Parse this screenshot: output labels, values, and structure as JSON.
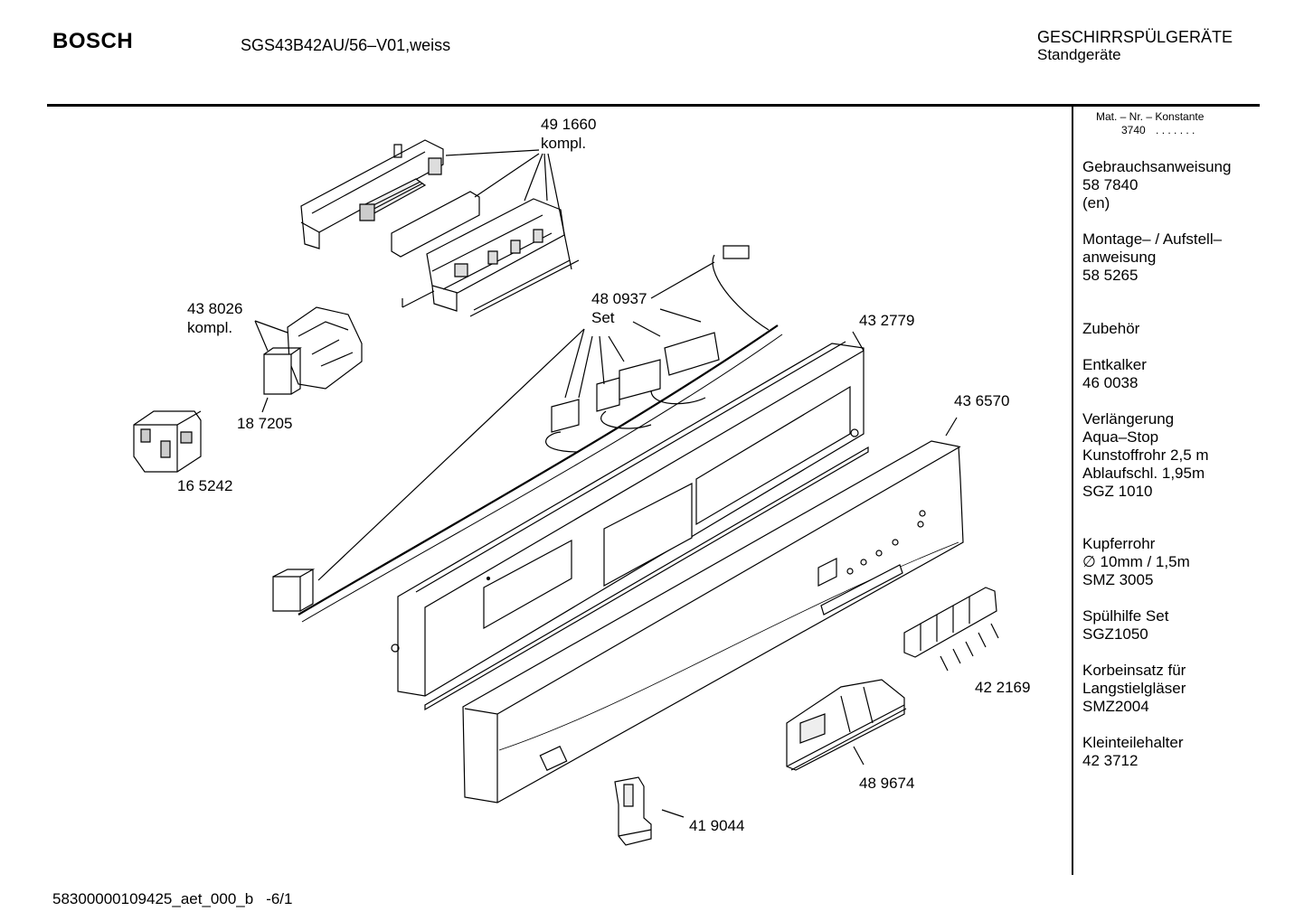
{
  "header": {
    "brand": "BOSCH",
    "model": "SGS43B42AU/56–V01,weiss",
    "category_line1": "GESCHIRRSPÜLGERÄTE",
    "category_line2": "Standgeräte"
  },
  "sidebar": {
    "header_line1": "Mat. – Nr. – Konstante",
    "header_line2": "3740",
    "header_dots": ". . .   . . . .",
    "blocks": [
      "Gebrauchsanweisung\n58 7840\n(en)",
      "Montage– / Aufstell–\nanweisung\n58 5265",
      "Zubehör",
      "Entkalker\n46 0038",
      "Verlängerung\nAqua–Stop\nKunstoffrohr 2,5 m\nAblaufschl. 1,95m\nSGZ 1010",
      "Kupferrohr\n∅ 10mm / 1,5m\nSMZ 3005",
      "Spülhilfe Set\nSGZ1050",
      "Korbeinsatz für\nLangstielgläser\nSMZ2004",
      "Kleinteilehalter\n42 3712"
    ]
  },
  "parts": {
    "p491660": "49 1660\nkompl.",
    "p438026": "43 8026\nkompl.",
    "p187205": "18 7205",
    "p165242": "16 5242",
    "p480937": "48 0937\nSet",
    "p432779": "43 2779",
    "p436570": "43 6570",
    "p422169": "42 2169",
    "p489674": "48 9674",
    "p419044": "41 9044"
  },
  "footer": {
    "doc_id": "58300000109425_aet_000_b",
    "page": "-6/1"
  }
}
